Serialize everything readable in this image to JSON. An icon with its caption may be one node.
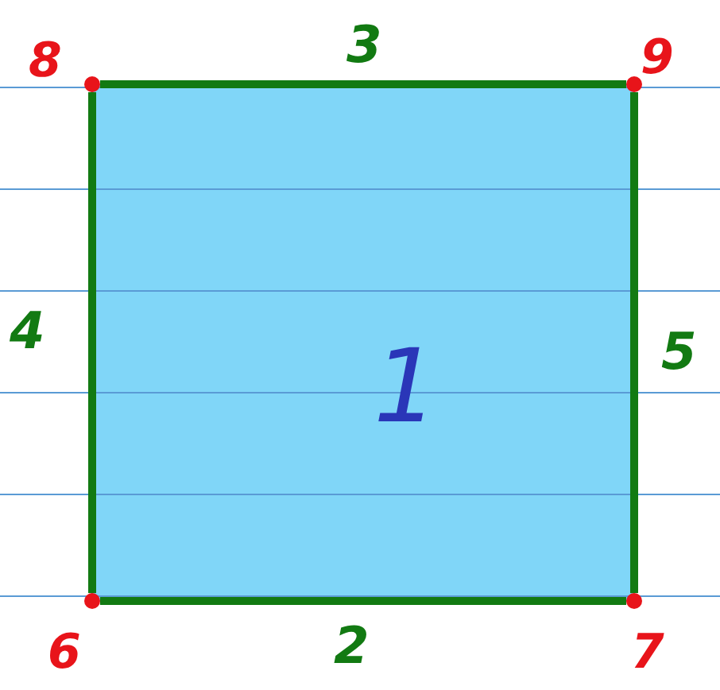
{
  "diagram": {
    "nodes": [
      {
        "text": [
          "1"
        ]
      },
      {
        "text": [],
        "shape": "circle",
        "beside": [
          "8"
        ]
      },
      {
        "text": [],
        "shape": "circle",
        "beside": [
          "9"
        ]
      },
      {
        "text": [],
        "shape": "circle",
        "beside": [
          "6"
        ]
      },
      {
        "text": [],
        "shape": "circle",
        "beside": [
          "7"
        ]
      }
    ],
    "edges": [
      {
        "from": 1,
        "to": 2,
        "arrow": "none",
        "label": "3"
      },
      {
        "from": 1,
        "to": 3,
        "arrow": "none",
        "label": "4"
      },
      {
        "from": 2,
        "to": 4,
        "arrow": "none",
        "label": "5"
      },
      {
        "from": 3,
        "to": 4,
        "arrow": "none",
        "label": "2"
      }
    ]
  }
}
